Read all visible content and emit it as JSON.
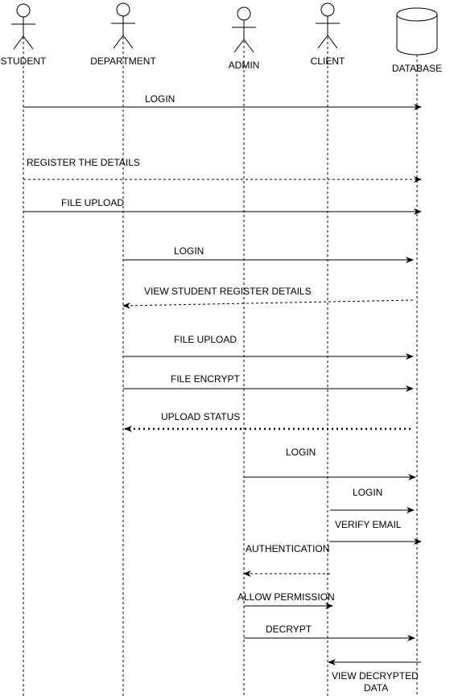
{
  "actors": [
    {
      "id": "student",
      "label": "STUDENT",
      "kind": "person"
    },
    {
      "id": "department",
      "label": "DEPARTMENT",
      "kind": "person"
    },
    {
      "id": "admin",
      "label": "ADMIN",
      "kind": "person"
    },
    {
      "id": "client",
      "label": "CLIENT",
      "kind": "person"
    },
    {
      "id": "database",
      "label": "DATABASE",
      "kind": "database"
    }
  ],
  "messages": [
    {
      "label": "LOGIN",
      "from": "student",
      "to": "database",
      "style": "solid"
    },
    {
      "label": "REGISTER THE DETAILS",
      "from": "student",
      "to": "database",
      "style": "dashed"
    },
    {
      "label": "FILE UPLOAD",
      "from": "student",
      "to": "database",
      "style": "solid"
    },
    {
      "label": "LOGIN",
      "from": "department",
      "to": "database",
      "style": "solid"
    },
    {
      "label": "VIEW STUDENT REGISTER DETAILS",
      "from": "database",
      "to": "department",
      "style": "dashed"
    },
    {
      "label": "FILE UPLOAD",
      "from": "department",
      "to": "database",
      "style": "solid"
    },
    {
      "label": "FILE ENCRYPT",
      "from": "department",
      "to": "database",
      "style": "solid"
    },
    {
      "label": "UPLOAD STATUS",
      "from": "database",
      "to": "department",
      "style": "dotted"
    },
    {
      "label": "LOGIN",
      "from": "admin",
      "to": "database",
      "style": "solid"
    },
    {
      "label": "LOGIN",
      "from": "client",
      "to": "database",
      "style": "solid"
    },
    {
      "label": "VERIFY EMAIL",
      "from": "client",
      "to": "database",
      "style": "solid"
    },
    {
      "label": "AUTHENTICATION",
      "from": "client",
      "to": "admin",
      "style": "dashed"
    },
    {
      "label": "ALLOW PERMISSION",
      "from": "admin",
      "to": "client",
      "style": "solid"
    },
    {
      "label": "DECRYPT",
      "from": "admin",
      "to": "database",
      "style": "solid"
    },
    {
      "label": "VIEW DECRYPTED\nDATA",
      "from": "database",
      "to": "client",
      "style": "solid"
    }
  ]
}
